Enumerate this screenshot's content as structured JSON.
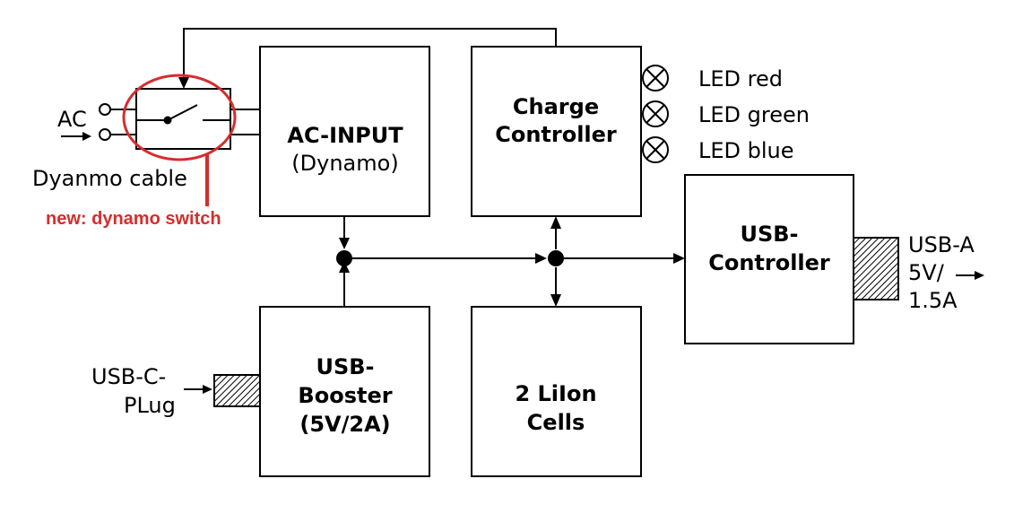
{
  "blocks": {
    "ac_input": {
      "line1": "AC-INPUT",
      "line2": "(Dynamo)"
    },
    "charge_controller": {
      "line1": "Charge",
      "line2": "Controller"
    },
    "usb_controller": {
      "line1": "USB-",
      "line2": "Controller"
    },
    "usb_booster": {
      "line1": "USB-",
      "line2": "Booster",
      "line3": "(5V/2A)"
    },
    "liion_cells": {
      "line1": "2 LiIon",
      "line2": "Cells"
    }
  },
  "leds": [
    "LED red",
    "LED green",
    "LED blue"
  ],
  "ac_label": "AC",
  "dynamo_cable_label": "Dyanmo cable",
  "annotation": {
    "text": "new: dynamo switch",
    "color": "#d62d2d"
  },
  "usb_c": {
    "line1": "USB-C-",
    "line2": "PLug"
  },
  "usb_a": {
    "line1": "USB-A",
    "line2": "5V/",
    "line3": "1.5A"
  },
  "colors": {
    "line": "#000000",
    "highlight": "#d62d2d"
  }
}
